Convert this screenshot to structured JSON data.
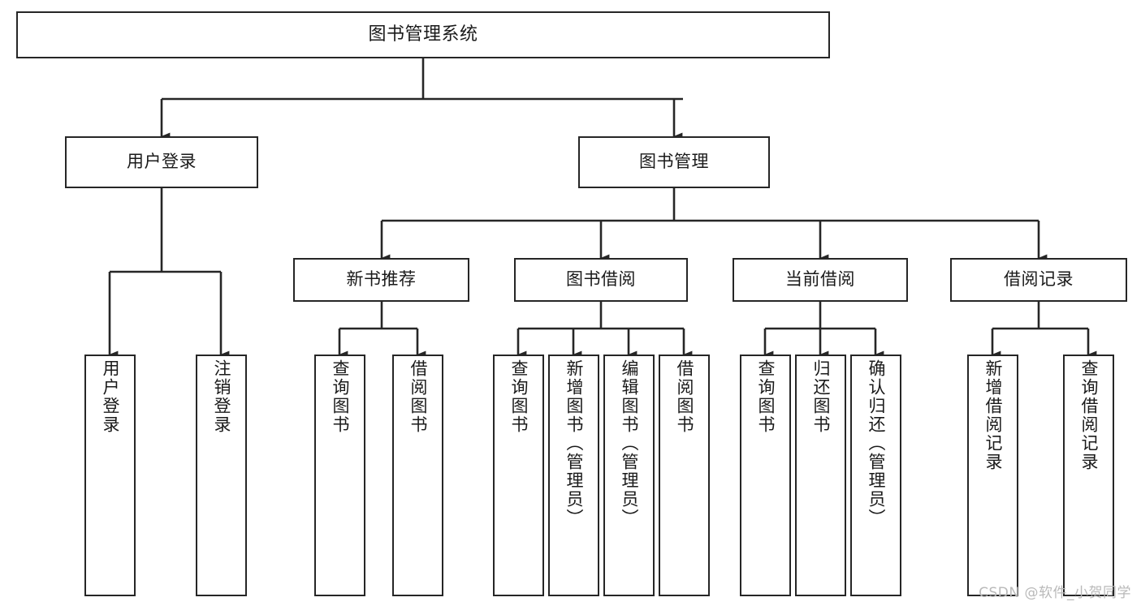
{
  "diagram": {
    "type": "tree-hierarchy",
    "title": "图书管理系统",
    "watermark": "CSDN @软件_小贺同学",
    "colors": {
      "stroke": "#262626",
      "fill": "#ffffff",
      "text": "#1a1a1a",
      "watermark": "#b9b9b9"
    },
    "root": {
      "label": "图书管理系统"
    },
    "level1": [
      {
        "label": "用户登录"
      },
      {
        "label": "图书管理"
      }
    ],
    "level2": [
      {
        "label": "新书推荐"
      },
      {
        "label": "图书借阅"
      },
      {
        "label": "当前借阅"
      },
      {
        "label": "借阅记录"
      }
    ],
    "leaves": {
      "user_login": [
        {
          "label": "用户登录"
        },
        {
          "label": "注销登录"
        }
      ],
      "new_book_recommend": [
        {
          "label": "查询图书"
        },
        {
          "label": "借阅图书"
        }
      ],
      "book_borrow": [
        {
          "label": "查询图书"
        },
        {
          "label": "新增图书（管理员）"
        },
        {
          "label": "编辑图书（管理员）"
        },
        {
          "label": "借阅图书"
        }
      ],
      "current_borrow": [
        {
          "label": "查询图书"
        },
        {
          "label": "归还图书"
        },
        {
          "label": "确认归还（管理员）"
        }
      ],
      "borrow_record": [
        {
          "label": "新增借阅记录"
        },
        {
          "label": "查询借阅记录"
        }
      ]
    }
  }
}
